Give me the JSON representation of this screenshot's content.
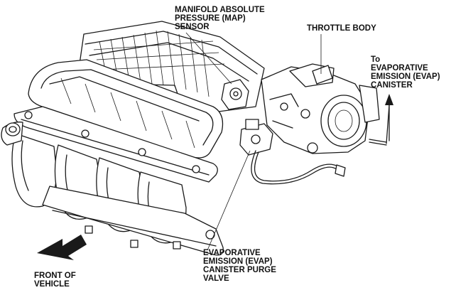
{
  "labels": {
    "map_sensor": [
      "MANIFOLD ABSOLUTE",
      "PRESSURE (MAP)",
      "SENSOR"
    ],
    "throttle_body": [
      "THROTTLE BODY"
    ],
    "evap_canister": [
      "To",
      "EVAPORATIVE",
      "EMISSION (EVAP)",
      "CANISTER"
    ],
    "purge_valve": [
      "EVAPORATIVE",
      "EMISSION (EVAP)",
      "CANISTER PURGE",
      "VALVE"
    ],
    "front_of_vehicle": [
      "FRONT OF",
      "VEHICLE"
    ]
  }
}
